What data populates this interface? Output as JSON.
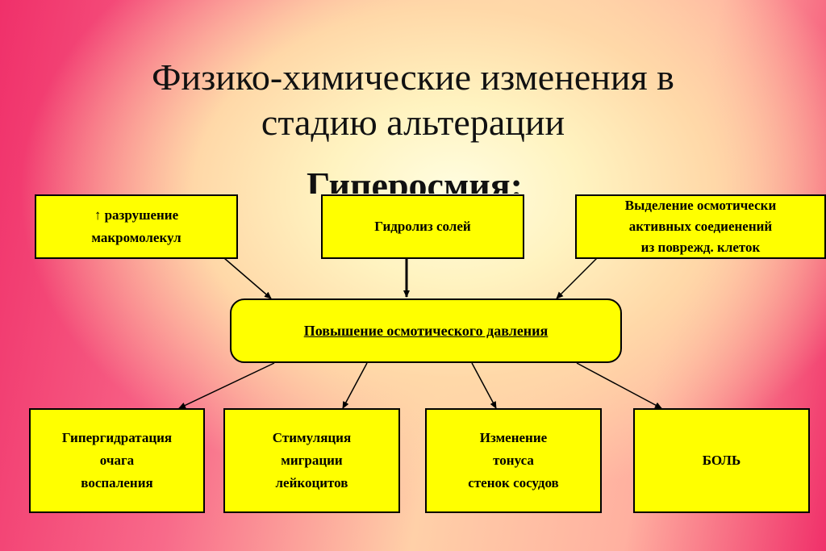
{
  "title": {
    "line1": "Физико-химические изменения в",
    "line2": "стадию альтерации"
  },
  "subtitle": "Гиперосмия:",
  "top_boxes": [
    {
      "line1": "↑ разрушение",
      "line2": "макромолекул"
    },
    {
      "line1": "Гидролиз солей"
    },
    {
      "line1": "Выделение осмотически",
      "line2": "активных соедиенений",
      "line3": "из поврежд. клеток"
    }
  ],
  "center_box": "Повышение осмотического давления",
  "bottom_boxes": [
    {
      "line1": "Гипергидратация",
      "line2": "очага",
      "line3": "воспаления"
    },
    {
      "line1": "Стимуляция",
      "line2": "миграции",
      "line3": "лейкоцитов"
    },
    {
      "line1": "Изменение",
      "line2": "тонуса",
      "line3": "стенок сосудов"
    },
    {
      "line1": "БОЛЬ"
    }
  ]
}
